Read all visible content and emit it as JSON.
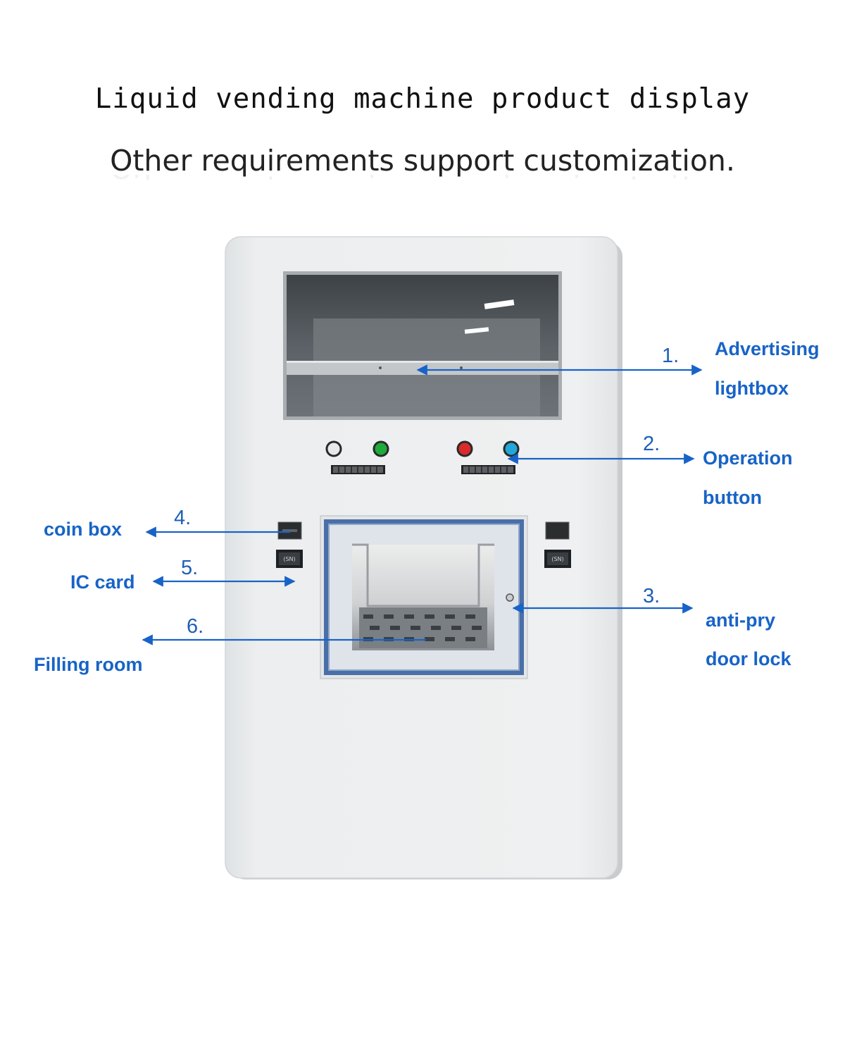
{
  "header": {
    "title": "Liquid vending machine product display",
    "subtitle": "Other requirements support customization."
  },
  "machine": {
    "panel_labels": {
      "left": "(SN)",
      "right": "(SN)"
    }
  },
  "callouts": {
    "c1": {
      "number": "1.",
      "line1": "Advertising",
      "line2": "lightbox"
    },
    "c2": {
      "number": "2.",
      "line1": "Operation",
      "line2": "button"
    },
    "c3": {
      "number": "3.",
      "line1": "anti-pry",
      "line2": "door lock"
    },
    "c4": {
      "number": "4.",
      "label": "coin box"
    },
    "c5": {
      "number": "5.",
      "label": "IC card"
    },
    "c6": {
      "number": "6.",
      "label": "Filling room"
    }
  },
  "colors": {
    "annotation_blue": "#1863c7",
    "machine_body": "#eceeef",
    "window_glass": "#4f5559",
    "door_frame": "#4a6fa8",
    "button_white": "#e8e8e8",
    "button_green": "#1faa3c",
    "button_red": "#d92b2b",
    "button_blue": "#22a7d8"
  }
}
